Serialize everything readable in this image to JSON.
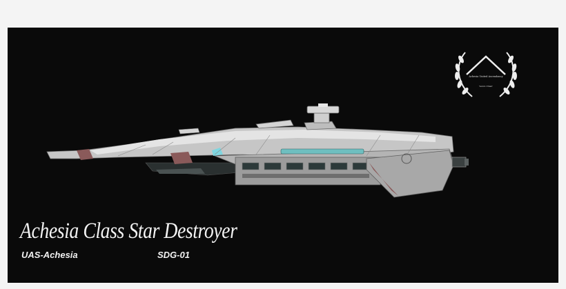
{
  "image": {
    "title": "Achesia Class Star Destroyer",
    "ship_name": "UAS-Achesia",
    "designation": "SDG-01",
    "emblem": {
      "line1": "Achesia United Ascendancy",
      "line2": "Vendo Vinair"
    },
    "colors": {
      "background": "#0a0a0a",
      "hull": "#c8c8c8",
      "accent_red": "#8a5a5a",
      "window_teal": "#6fbfc0",
      "text": "#f2f2f2"
    }
  }
}
